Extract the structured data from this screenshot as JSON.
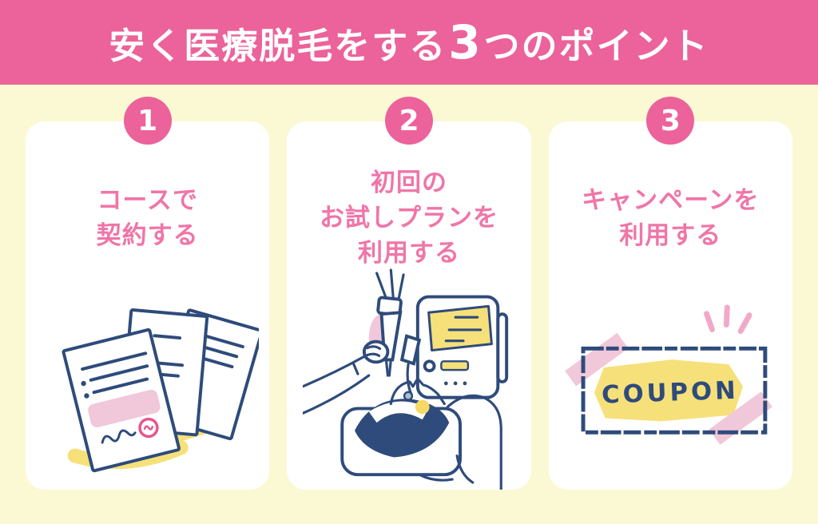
{
  "header": {
    "title_prefix": "安く医療脱毛をする",
    "title_number": "3",
    "title_suffix": "つのポイント"
  },
  "cards": [
    {
      "number": "1",
      "title_lines": [
        "コースで",
        "契約する"
      ],
      "illustration": "contract-documents"
    },
    {
      "number": "2",
      "title_lines": [
        "初回の",
        "お試しプランを",
        "利用する"
      ],
      "illustration": "laser-treatment-machine"
    },
    {
      "number": "3",
      "title_lines": [
        "キャンペーンを",
        "利用する"
      ],
      "illustration": "discount-coupon",
      "coupon_label": "COUPON"
    }
  ],
  "colors": {
    "accent_pink": "#EC629B",
    "title_pink": "#F075A8",
    "bg_yellow": "#FBF9D3",
    "card_white": "#FFFFFF",
    "navy": "#2E4B7B",
    "illus_yellow": "#F6E07A",
    "soft_pink": "#F1C7DA",
    "spark_pink": "#F1A9C7",
    "stamp_pink": "#E8558A",
    "blush_yellow": "#F7D966"
  }
}
